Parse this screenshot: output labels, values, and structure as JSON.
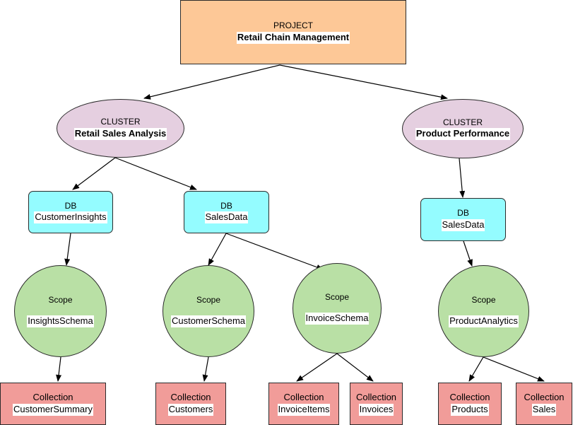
{
  "project": {
    "type": "PROJECT",
    "name": "Retail Chain Management"
  },
  "clusters": [
    {
      "type": "CLUSTER",
      "name": "Retail Sales Analysis"
    },
    {
      "type": "CLUSTER",
      "name": "Product Performance"
    }
  ],
  "dbs": [
    {
      "type": "DB",
      "name": "CustomerInsights"
    },
    {
      "type": "DB",
      "name": "SalesData"
    },
    {
      "type": "DB",
      "name": "SalesData"
    }
  ],
  "scopes": [
    {
      "type": "Scope",
      "name": "InsightsSchema"
    },
    {
      "type": "Scope",
      "name": "CustomerSchema"
    },
    {
      "type": "Scope",
      "name": "InvoiceSchema"
    },
    {
      "type": "Scope",
      "name": "ProductAnalytics"
    }
  ],
  "collections": [
    {
      "type": "Collection",
      "name": "CustomerSummary"
    },
    {
      "type": "Collection",
      "name": "Customers"
    },
    {
      "type": "Collection",
      "name": "InvoiceItems"
    },
    {
      "type": "Collection",
      "name": "Invoices"
    },
    {
      "type": "Collection",
      "name": "Products"
    },
    {
      "type": "Collection",
      "name": "Sales"
    }
  ],
  "colors": {
    "project": "#fdc897",
    "cluster": "#e5cfe0",
    "db": "#94fcff",
    "scope": "#b9e0a5",
    "collection": "#f19c99",
    "stroke": "#000000"
  }
}
